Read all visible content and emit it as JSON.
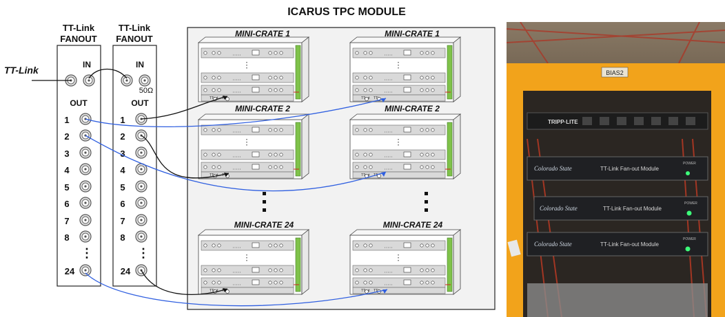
{
  "module_title": "ICARUS TPC MODULE",
  "input_signal": "TT-Link",
  "fanouts": [
    {
      "title": [
        "TT-Link",
        "FANOUT"
      ],
      "in_label": "IN",
      "out_label": "OUT",
      "term_label": "",
      "channels": [
        "1",
        "2",
        "3",
        "4",
        "5",
        "6",
        "7",
        "8",
        "24"
      ],
      "ellipsis": "⋮"
    },
    {
      "title": [
        "TT-Link",
        "FANOUT"
      ],
      "in_label": "IN",
      "out_label": "OUT",
      "term_label": "50Ω",
      "channels": [
        "1",
        "2",
        "3",
        "4",
        "5",
        "6",
        "7",
        "8",
        "24"
      ],
      "ellipsis": "⋮"
    }
  ],
  "crates": [
    {
      "label": "MINI-CRATE 1"
    },
    {
      "label": "MINI-CRATE 1"
    },
    {
      "label": "MINI-CRATE 2"
    },
    {
      "label": "MINI-CRATE 2"
    },
    {
      "label": "MINI-CRATE 24"
    },
    {
      "label": "MINI-CRATE 24"
    }
  ],
  "crate_board": {
    "port_out": "TTout",
    "port_in": "TTin"
  },
  "photo": {
    "bias_sign": "BIAS2",
    "power_strip_brand": "TRIPP·LITE",
    "modules": [
      {
        "brand": "Colorado State",
        "name": "TT-Link Fan-out Module",
        "power": "POWER"
      },
      {
        "brand": "Colorado State",
        "name": "TT-Link Fan-out Module",
        "power": "POWER"
      },
      {
        "brand": "Colorado State",
        "name": "TT-Link Fan-out Module",
        "power": "POWER"
      }
    ]
  },
  "colors": {
    "cable_black": "#111111",
    "cable_blue": "#2f5fe0",
    "led": "#3dff7a",
    "rack_orange": "#f2a31b",
    "crate_green": "#7fc24a"
  }
}
